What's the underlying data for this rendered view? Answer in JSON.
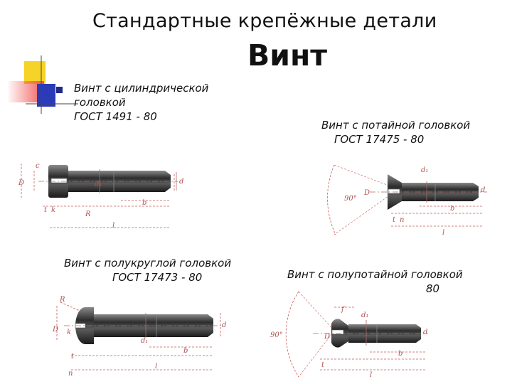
{
  "slide": {
    "title": "Стандартные крепёжные детали",
    "subtitle": "Винт"
  },
  "screws": [
    {
      "caption_line1": "Винт с цилиндрической",
      "caption_line2": "головкой",
      "caption_line3": "ГОСТ 1491 - 80",
      "dims": [
        "D",
        "d1",
        "d",
        "b",
        "k",
        "R",
        "t",
        "l",
        "c"
      ]
    },
    {
      "caption_line1": "Винт с потайной головкой",
      "caption_line2": "ГОСТ 17475 - 80",
      "dims": [
        "D",
        "d1",
        "d",
        "b",
        "t",
        "l",
        "n",
        "90°"
      ]
    },
    {
      "caption_line1": "Винт с полукруглой головкой",
      "caption_line2": "ГОСТ 17473 - 80",
      "dims": [
        "R",
        "D",
        "d1",
        "d",
        "b",
        "k",
        "t",
        "l",
        "n"
      ]
    },
    {
      "caption_line1": "Винт с полупотайной головкой",
      "caption_line2": "80",
      "dims": [
        "f",
        "D",
        "d1",
        "d",
        "b",
        "t",
        "l",
        "90°"
      ]
    }
  ],
  "colors": {
    "accent_yellow": "#f5d327",
    "accent_red": "#f04a4a",
    "accent_blue": "#2b3bb8",
    "bolt_dark": "#3a3a3a",
    "dimension_red": "#c85a5a"
  }
}
